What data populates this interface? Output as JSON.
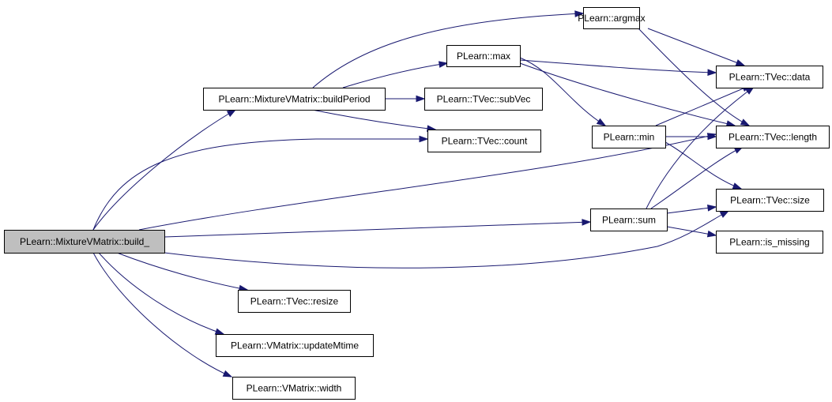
{
  "diagram": {
    "colors": {
      "node_fill": "#ffffff",
      "root_fill": "#bfbfbf",
      "node_border": "#000000",
      "edge": "#191970"
    },
    "nodes": [
      {
        "id": "build_",
        "label": "PLearn::MixtureVMatrix::build_",
        "root": true
      },
      {
        "id": "buildPeriod",
        "label": "PLearn::MixtureVMatrix::buildPeriod"
      },
      {
        "id": "argmax",
        "label": "PLearn::argmax"
      },
      {
        "id": "max",
        "label": "PLearn::max"
      },
      {
        "id": "subVec",
        "label": "PLearn::TVec::subVec"
      },
      {
        "id": "count",
        "label": "PLearn::TVec::count"
      },
      {
        "id": "min",
        "label": "PLearn::min"
      },
      {
        "id": "sum",
        "label": "PLearn::sum"
      },
      {
        "id": "data",
        "label": "PLearn::TVec::data"
      },
      {
        "id": "length",
        "label": "PLearn::TVec::length"
      },
      {
        "id": "size",
        "label": "PLearn::TVec::size"
      },
      {
        "id": "is_missing",
        "label": "PLearn::is_missing"
      },
      {
        "id": "resize",
        "label": "PLearn::TVec::resize"
      },
      {
        "id": "updateMtime",
        "label": "PLearn::VMatrix::updateMtime"
      },
      {
        "id": "width",
        "label": "PLearn::VMatrix::width"
      }
    ],
    "edges": [
      {
        "from": "build_",
        "to": "buildPeriod"
      },
      {
        "from": "build_",
        "to": "count"
      },
      {
        "from": "build_",
        "to": "length"
      },
      {
        "from": "build_",
        "to": "sum"
      },
      {
        "from": "build_",
        "to": "size"
      },
      {
        "from": "build_",
        "to": "resize"
      },
      {
        "from": "build_",
        "to": "updateMtime"
      },
      {
        "from": "build_",
        "to": "width"
      },
      {
        "from": "buildPeriod",
        "to": "argmax"
      },
      {
        "from": "buildPeriod",
        "to": "max"
      },
      {
        "from": "buildPeriod",
        "to": "subVec"
      },
      {
        "from": "buildPeriod",
        "to": "count"
      },
      {
        "from": "argmax",
        "to": "data"
      },
      {
        "from": "argmax",
        "to": "length"
      },
      {
        "from": "max",
        "to": "data"
      },
      {
        "from": "max",
        "to": "length"
      },
      {
        "from": "max",
        "to": "min"
      },
      {
        "from": "min",
        "to": "data"
      },
      {
        "from": "min",
        "to": "length"
      },
      {
        "from": "min",
        "to": "size"
      },
      {
        "from": "sum",
        "to": "data"
      },
      {
        "from": "sum",
        "to": "length"
      },
      {
        "from": "sum",
        "to": "size"
      },
      {
        "from": "sum",
        "to": "is_missing"
      }
    ]
  }
}
